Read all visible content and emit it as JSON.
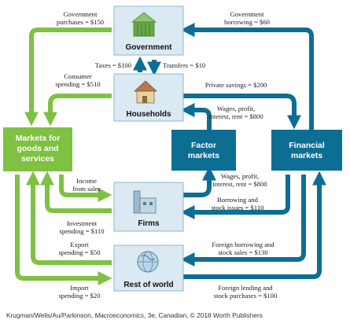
{
  "colors": {
    "green": "#7ec143",
    "blue": "#0d6e93",
    "entity_fill": "#dbe9f2",
    "entity_stroke": "#8fb6cc"
  },
  "entities": {
    "government": "Government",
    "households": "Households",
    "firms": "Firms",
    "rest_of_world": "Rest of world"
  },
  "markets": {
    "goods": [
      "Markets for",
      "goods and",
      "services"
    ],
    "factor": [
      "Factor",
      "markets"
    ],
    "financial": [
      "Financial",
      "markets"
    ]
  },
  "flows": {
    "gov_purchases": [
      "Government",
      "purchases = $150"
    ],
    "gov_borrowing": [
      "Government",
      "borrowing = $60"
    ],
    "taxes": "Taxes = $100",
    "transfers": "Transfers = $10",
    "consumer_spending": [
      "Consumer",
      "spending = $510"
    ],
    "private_savings": "Private savings = $200",
    "wages_households": [
      "Wages, profit,",
      "interest, rent = $800"
    ],
    "income_sales": [
      "Income",
      "from sales"
    ],
    "wages_firms": [
      "Wages, profit,",
      "interest, rent = $800"
    ],
    "borrowing_stock": [
      "Borrowing and",
      "stock issues = $110"
    ],
    "investment": [
      "Investment",
      "spending = $110"
    ],
    "export": [
      "Export",
      "spending = $50"
    ],
    "foreign_borrowing": [
      "Foreign borrowing and",
      "stock sales = $130"
    ],
    "import": [
      "Import",
      "spending = $20"
    ],
    "foreign_lending": [
      "Foreign lending and",
      "stock purchases = $100"
    ]
  },
  "credit": {
    "authors": "Krugman/Wells/Au/Parkinson, ",
    "title": "Macroeconomics",
    "rest": ", 3e, Canadian, © 2018 Worth Publishers"
  }
}
